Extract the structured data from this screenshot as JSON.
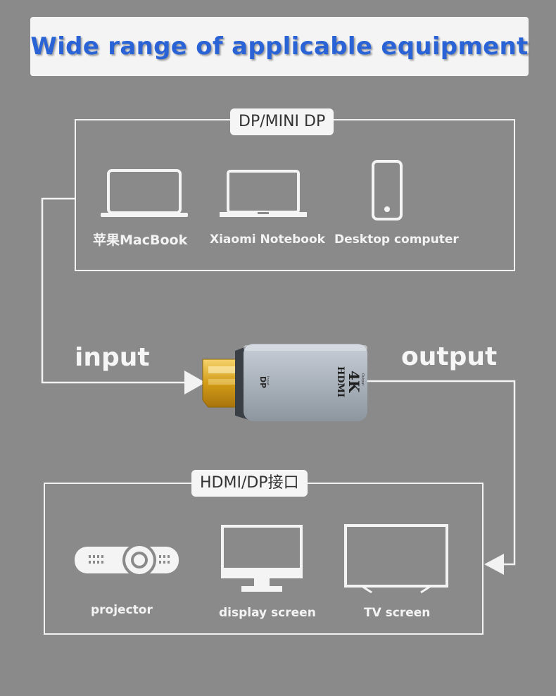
{
  "title": "Wide range of applicable equipment",
  "source_group": {
    "label": "DP/MINI DP",
    "devices": [
      {
        "icon": "laptop-icon",
        "label": "苹果MacBook"
      },
      {
        "icon": "laptop-icon",
        "label": "Xiaomi Notebook"
      },
      {
        "icon": "phone-icon",
        "label": "Desktop computer"
      }
    ]
  },
  "adapter": {
    "input_label": "input",
    "output_label": "output",
    "left_marking": "DP",
    "left_marking_sub": "Input",
    "right_marking_top": "HDMI",
    "right_marking_main": "4K",
    "right_marking_sub": "Output"
  },
  "target_group": {
    "label": "HDMI/DP接口",
    "devices": [
      {
        "icon": "projector-icon",
        "label": "projector"
      },
      {
        "icon": "monitor-icon",
        "label": "display screen"
      },
      {
        "icon": "tv-icon",
        "label": "TV screen"
      }
    ]
  },
  "colors": {
    "background": "#8a8a8a",
    "line": "#f2f2f2",
    "title_text": "#2a63d6",
    "adapter_body": "#a9b1bb",
    "connector_gold": "#d9a21b"
  }
}
